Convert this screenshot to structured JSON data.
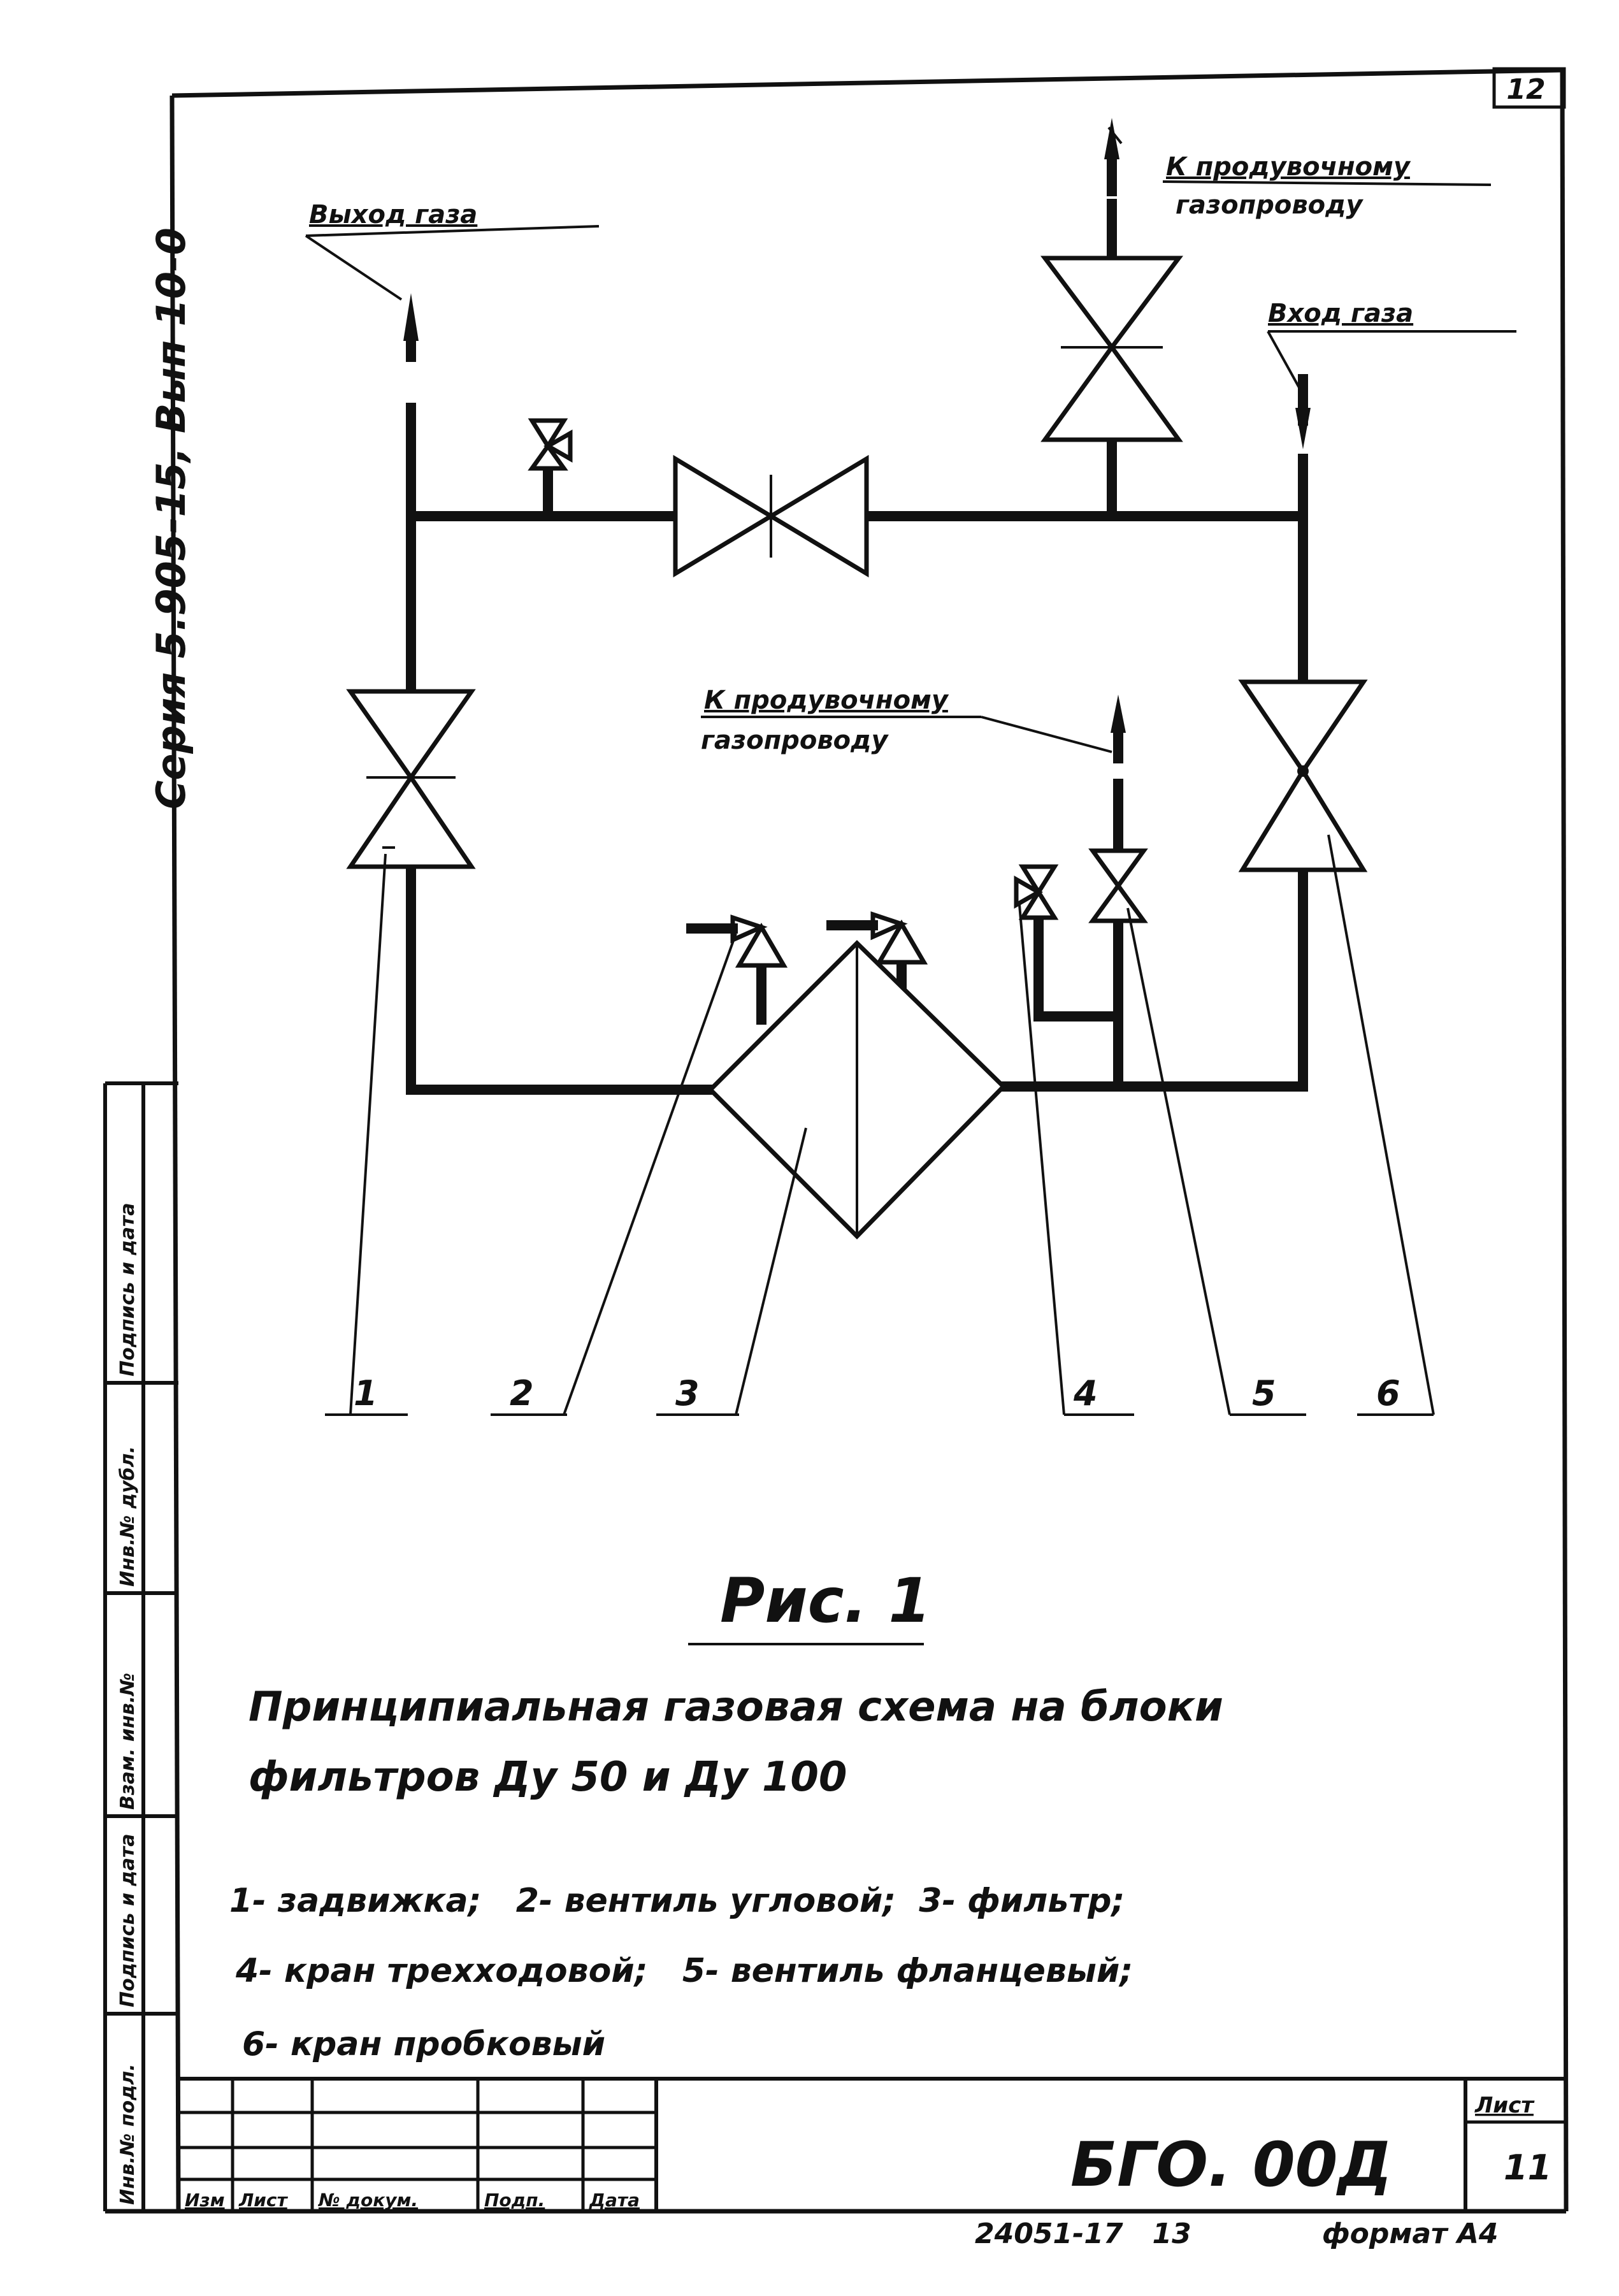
{
  "sheet_number_top": "12",
  "series_vertical": "Серия 5.905-15, Вып 10-0",
  "labels": {
    "gas_out": "Выход газа",
    "gas_in": "Вход газа",
    "purge_top_line1": "К продувочному",
    "purge_top_line2": "газопроводу",
    "purge_mid_line1": "К продувочному",
    "purge_mid_line2": "газопроводу"
  },
  "callouts": [
    "1",
    "2",
    "3",
    "4",
    "5",
    "6"
  ],
  "figure": {
    "caption": "Рис. 1",
    "title_line1": "Принципиальная газовая схема на блоки",
    "title_line2": "фильтров Ду 50 и Ду 100"
  },
  "legend": {
    "line1": "1- задвижка;   2- вентиль угловой;  3- фильтр;",
    "line2": "4- кран трехходовой;   5- вентиль фланцевый;",
    "line3": "6- кран пробковый"
  },
  "left_strip": [
    "Инв.№ подл.",
    "Подпись и дата",
    "Взам. инв.№",
    "Инв.№ дубл.",
    "Подпись и дата"
  ],
  "title_block": {
    "cols": [
      "Изм",
      "Лист",
      "№ докум.",
      "Подп.",
      "Дата"
    ],
    "designation": "БГО. 00Д",
    "sheet_label": "Лист",
    "sheet_value": "11",
    "doc_number": "24051-17   13",
    "format": "формат А4"
  }
}
